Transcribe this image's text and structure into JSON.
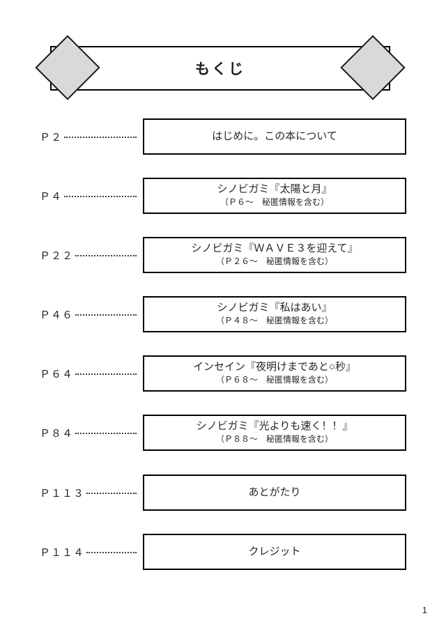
{
  "header": {
    "title": "もくじ"
  },
  "decor": {
    "diamond_fill": "#d9d9d9",
    "border_color": "#000000"
  },
  "toc": {
    "entries": [
      {
        "page": "Ｐ２",
        "title": "はじめに。この本について",
        "subtitle": ""
      },
      {
        "page": "Ｐ４",
        "title": "シノビガミ『太陽と月』",
        "subtitle": "（Ｐ６～　秘匿情報を含む）"
      },
      {
        "page": "Ｐ２２",
        "title": "シノビガミ『ＷＡＶＥ３を迎えて』",
        "subtitle": "（Ｐ２６～　秘匿情報を含む）"
      },
      {
        "page": "Ｐ４６",
        "title": "シノビガミ『私はあい』",
        "subtitle": "（Ｐ４８～　秘匿情報を含む）"
      },
      {
        "page": "Ｐ６４",
        "title": "インセイン『夜明けまであと○秒』",
        "subtitle": "（Ｐ６８～　秘匿情報を含む）"
      },
      {
        "page": "Ｐ８４",
        "title": "シノビガミ『光よりも速く！！』",
        "subtitle": "（Ｐ８８～　秘匿情報を含む）"
      },
      {
        "page": "Ｐ１１３",
        "title": "あとがたり",
        "subtitle": ""
      },
      {
        "page": "Ｐ１１４",
        "title": "クレジット",
        "subtitle": ""
      }
    ]
  },
  "footer": {
    "page_number": "1"
  }
}
